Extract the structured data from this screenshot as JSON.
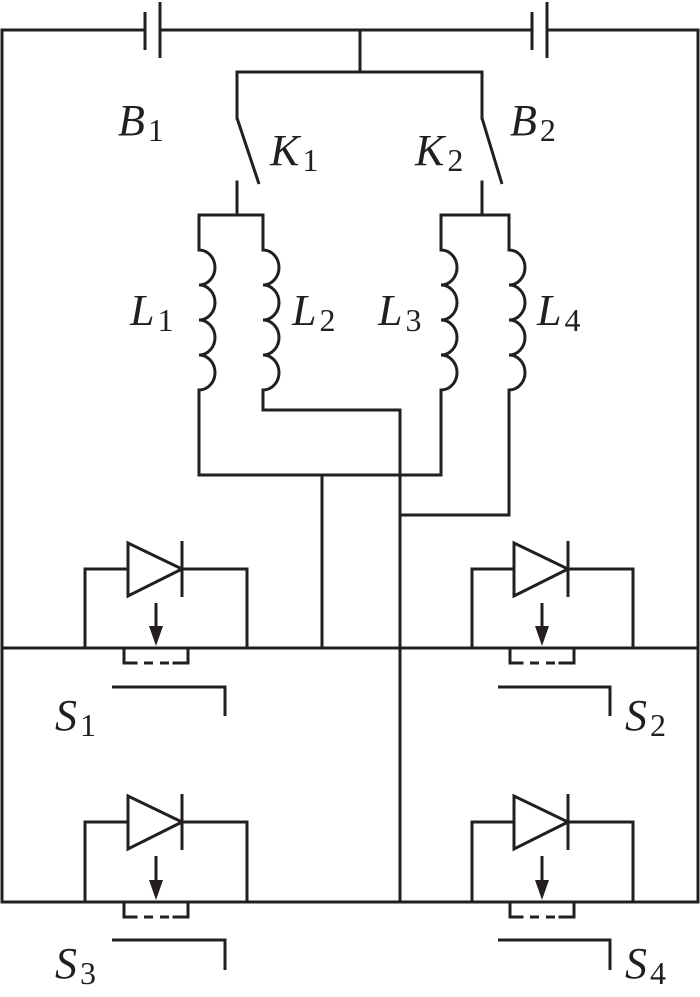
{
  "labels": {
    "B1": {
      "letter": "B",
      "sub": "1"
    },
    "B2": {
      "letter": "B",
      "sub": "2"
    },
    "K1": {
      "letter": "K",
      "sub": "1"
    },
    "K2": {
      "letter": "K",
      "sub": "2"
    },
    "L1": {
      "letter": "L",
      "sub": "1"
    },
    "L2": {
      "letter": "L",
      "sub": "2"
    },
    "L3": {
      "letter": "L",
      "sub": "3"
    },
    "L4": {
      "letter": "L",
      "sub": "4"
    },
    "S1": {
      "letter": "S",
      "sub": "1"
    },
    "S2": {
      "letter": "S",
      "sub": "2"
    },
    "S3": {
      "letter": "S",
      "sub": "3"
    },
    "S4": {
      "letter": "S",
      "sub": "4"
    }
  }
}
